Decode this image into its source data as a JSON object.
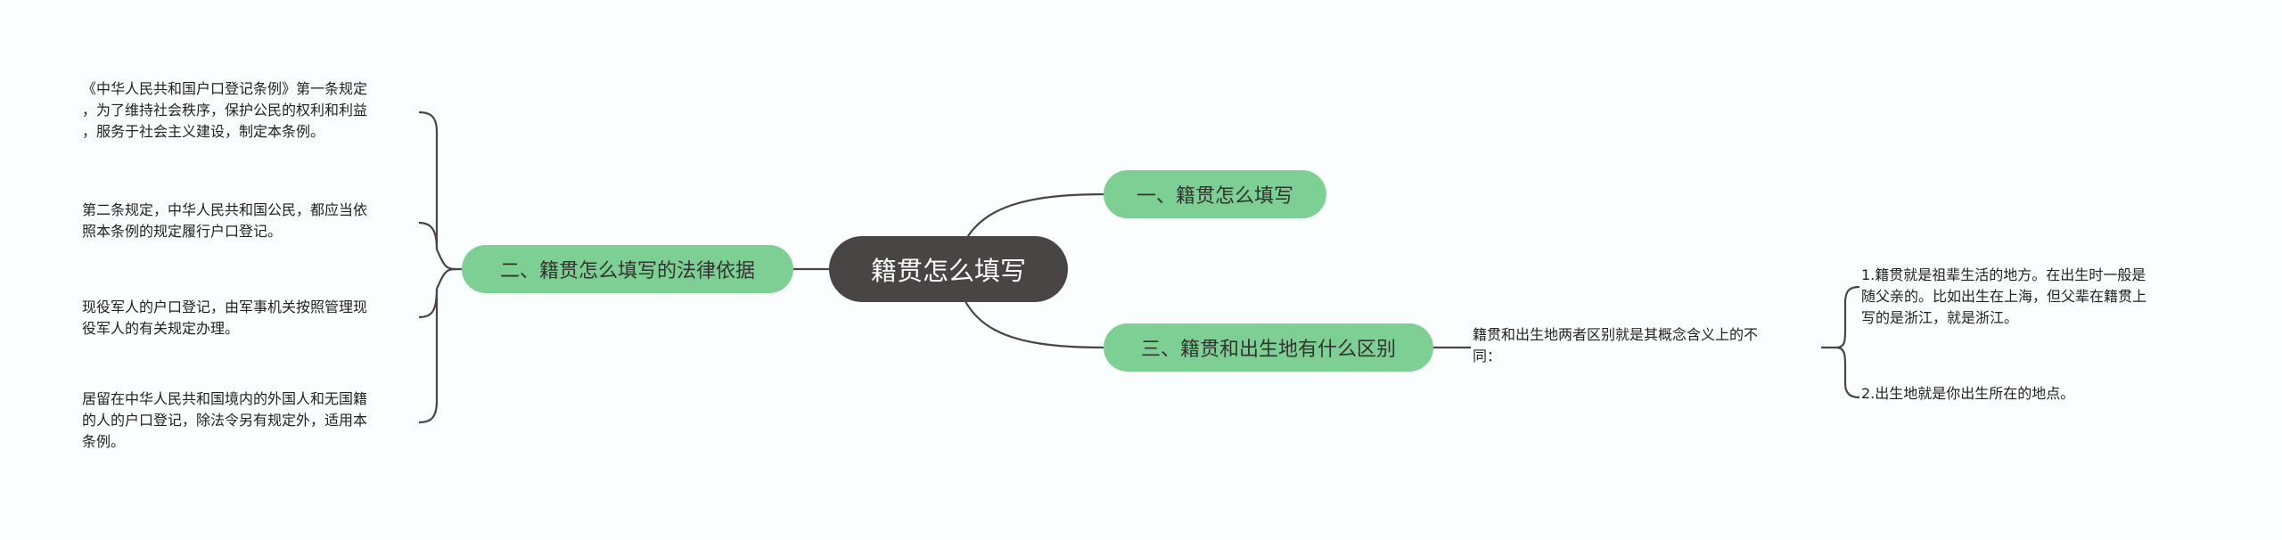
{
  "root": {
    "label": "籍贯怎么填写"
  },
  "branches": {
    "b1": {
      "label": "一、籍贯怎么填写"
    },
    "b2": {
      "label": "二、籍贯怎么填写的法律依据"
    },
    "b3": {
      "label": "三、籍贯和出生地有什么区别"
    }
  },
  "legal_basis": [
    {
      "lines": [
        "《中华人民共和国户口登记条例》第一条规定",
        "，为了维持社会秩序，保护公民的权利和利益",
        "，服务于社会主义建设，制定本条例。"
      ]
    },
    {
      "lines": [
        "第二条规定，中华人民共和国公民，都应当依",
        "照本条例的规定履行户口登记。"
      ]
    },
    {
      "lines": [
        "现役军人的户口登记，由军事机关按照管理现",
        "役军人的有关规定办理。"
      ]
    },
    {
      "lines": [
        "居留在中华人民共和国境内的外国人和无国籍",
        "的人的户口登记，除法令另有规定外，适用本",
        "条例。"
      ]
    }
  ],
  "difference": {
    "summary": {
      "lines": [
        "籍贯和出生地两者区别就是其概念含义上的不",
        "同："
      ]
    },
    "points": [
      {
        "lines": [
          "1.籍贯就是祖辈生活的地方。在出生时一般是",
          "随父亲的。比如出生在上海，但父辈在籍贯上",
          "写的是浙江，就是浙江。"
        ]
      },
      {
        "lines": [
          "2.出生地就是你出生所在的地点。"
        ]
      }
    ]
  }
}
